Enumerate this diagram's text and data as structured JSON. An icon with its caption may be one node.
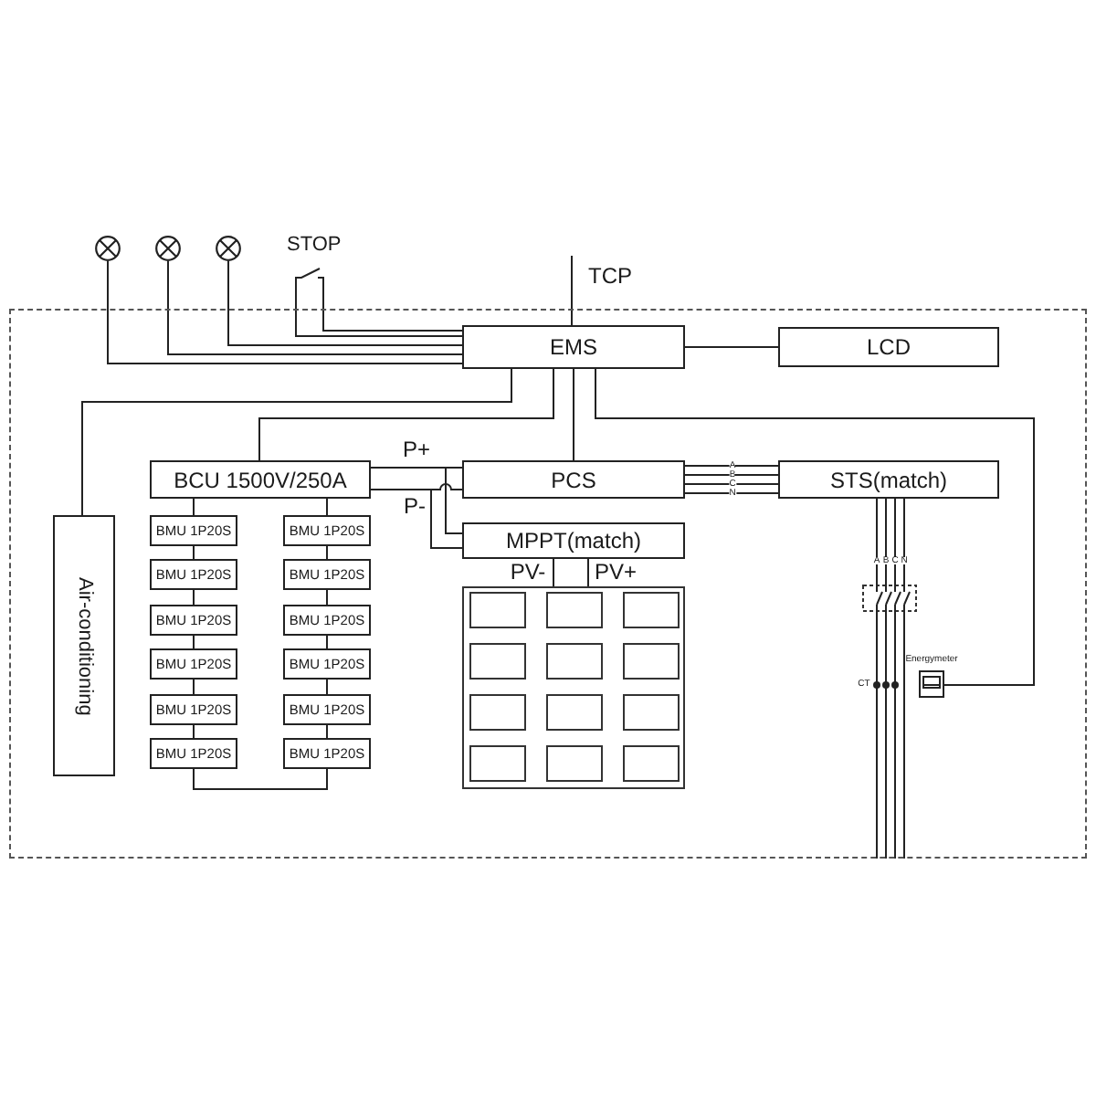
{
  "diagram": {
    "nodes": [
      {
        "text": [],
        "shape": "circle"
      },
      {
        "text": [],
        "shape": "circle"
      },
      {
        "text": [],
        "shape": "circle"
      },
      {
        "text": [],
        "shape": "switch",
        "beside": [
          "STOP"
        ]
      },
      {
        "text": [],
        "shape": "box"
      },
      {
        "text": [
          "EMS"
        ],
        "in": 4
      },
      {
        "text": [
          "LCD"
        ],
        "in": 4
      },
      {
        "text": [
          "BCU 1500V/250A"
        ],
        "in": 4
      },
      {
        "text": [
          "PCS"
        ],
        "in": 4
      },
      {
        "text": [
          "STS(match)"
        ],
        "in": 4
      },
      {
        "text": [
          "Air-conditioning"
        ],
        "in": 4
      },
      {
        "text": [
          "MPPT(match)"
        ],
        "in": 4
      },
      {
        "text": [
          "BMU 1P20S"
        ],
        "in": 4
      },
      {
        "text": [
          "BMU 1P20S"
        ],
        "in": 4
      },
      {
        "text": [
          "BMU 1P20S"
        ],
        "in": 4
      },
      {
        "text": [
          "BMU 1P20S"
        ],
        "in": 4
      },
      {
        "text": [
          "BMU 1P20S"
        ],
        "in": 4
      },
      {
        "text": [
          "BMU 1P20S"
        ],
        "in": 4
      },
      {
        "text": [
          "BMU 1P20S"
        ],
        "in": 4
      },
      {
        "text": [
          "BMU 1P20S"
        ],
        "in": 4
      },
      {
        "text": [
          "BMU 1P20S"
        ],
        "in": 4
      },
      {
        "text": [
          "BMU 1P20S"
        ],
        "in": 4
      },
      {
        "text": [
          "BMU 1P20S"
        ],
        "in": 4
      },
      {
        "text": [
          "BMU 1P20S"
        ],
        "in": 4
      },
      {
        "text": [],
        "shape": "box",
        "in": 4
      },
      {
        "text": [],
        "shape": "box",
        "in": 24
      },
      {
        "text": [],
        "shape": "box",
        "in": 24
      },
      {
        "text": [],
        "shape": "box",
        "in": 24
      },
      {
        "text": [],
        "shape": "box",
        "in": 24
      },
      {
        "text": [],
        "shape": "box",
        "in": 24
      },
      {
        "text": [],
        "shape": "box",
        "in": 24
      },
      {
        "text": [],
        "shape": "box",
        "in": 24
      },
      {
        "text": [],
        "shape": "box",
        "in": 24
      },
      {
        "text": [],
        "shape": "box",
        "in": 24
      },
      {
        "text": [],
        "shape": "box",
        "in": 24
      },
      {
        "text": [],
        "shape": "box",
        "in": 24
      },
      {
        "text": [],
        "shape": "box",
        "in": 24
      },
      {
        "text": [],
        "shape": "switch",
        "in": 4
      },
      {
        "text": [],
        "shape": "box",
        "beside": [
          "Energymeter"
        ],
        "in": 4
      }
    ],
    "edges": [
      {
        "from": 0,
        "to": 5,
        "arrow": "none"
      },
      {
        "from": 1,
        "to": 5,
        "arrow": "none"
      },
      {
        "from": 2,
        "to": 5,
        "arrow": "none"
      },
      {
        "from": 3,
        "to": 5,
        "arrow": "none"
      },
      {
        "from": 3,
        "to": 5,
        "arrow": "none"
      },
      {
        "from": 5,
        "to": null,
        "arrow": "none",
        "label": "TCP"
      },
      {
        "from": 5,
        "to": 6,
        "arrow": "none"
      },
      {
        "from": 5,
        "to": 10,
        "arrow": "none"
      },
      {
        "from": 5,
        "to": 7,
        "arrow": "none"
      },
      {
        "from": 5,
        "to": 8,
        "arrow": "none"
      },
      {
        "from": 5,
        "to": 38,
        "arrow": "none"
      },
      {
        "from": 7,
        "to": 8,
        "arrow": "none",
        "label": "P+"
      },
      {
        "from": 7,
        "to": 11,
        "arrow": "none"
      },
      {
        "from": 7,
        "to": 8,
        "arrow": "none",
        "label": "P-"
      },
      {
        "from": 7,
        "to": 11,
        "arrow": "none"
      },
      {
        "from": 8,
        "to": 9,
        "arrow": "none",
        "label": "A"
      },
      {
        "from": 8,
        "to": 9,
        "arrow": "none",
        "label": "B"
      },
      {
        "from": 8,
        "to": 9,
        "arrow": "none",
        "label": "C"
      },
      {
        "from": 8,
        "to": 9,
        "arrow": "none",
        "label": "N"
      },
      {
        "from": 7,
        "to": 12,
        "arrow": "none"
      },
      {
        "from": 7,
        "to": 13,
        "arrow": "none"
      },
      {
        "from": 12,
        "to": 14,
        "arrow": "none"
      },
      {
        "from": 14,
        "to": 16,
        "arrow": "none"
      },
      {
        "from": 16,
        "to": 18,
        "arrow": "none"
      },
      {
        "from": 18,
        "to": 20,
        "arrow": "none"
      },
      {
        "from": 20,
        "to": 22,
        "arrow": "none"
      },
      {
        "from": 13,
        "to": 15,
        "arrow": "none"
      },
      {
        "from": 15,
        "to": 17,
        "arrow": "none"
      },
      {
        "from": 17,
        "to": 19,
        "arrow": "none"
      },
      {
        "from": 19,
        "to": 21,
        "arrow": "none"
      },
      {
        "from": 21,
        "to": 23,
        "arrow": "none"
      },
      {
        "from": 22,
        "to": 23,
        "arrow": "none"
      },
      {
        "from": 11,
        "to": 24,
        "arrow": "none",
        "label": "PV-"
      },
      {
        "from": 11,
        "to": 24,
        "arrow": "none",
        "label": "PV+"
      },
      {
        "from": 9,
        "to": 37,
        "arrow": "none",
        "label": "A"
      },
      {
        "from": 9,
        "to": 37,
        "arrow": "none",
        "label": "B"
      },
      {
        "from": 9,
        "to": 37,
        "arrow": "none",
        "label": "C"
      },
      {
        "from": 9,
        "to": 37,
        "arrow": "none",
        "label": "N"
      },
      {
        "from": 37,
        "to": null,
        "arrow": "none"
      },
      {
        "from": 37,
        "to": null,
        "arrow": "none"
      },
      {
        "from": 37,
        "to": null,
        "arrow": "none"
      },
      {
        "from": 37,
        "to": null,
        "arrow": "none"
      }
    ],
    "labels": [
      "CT"
    ]
  }
}
